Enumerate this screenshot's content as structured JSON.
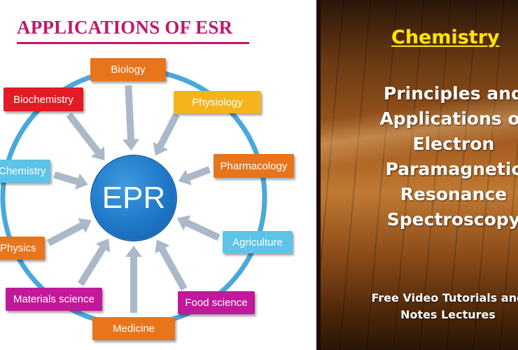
{
  "diagram": {
    "title": "APPLICATIONS OF ESR",
    "hub_label": "EPR",
    "nodes": [
      {
        "label": "Biology",
        "color": "#e8741c"
      },
      {
        "label": "Physiology",
        "color": "#f4b41a"
      },
      {
        "label": "Pharmacology",
        "color": "#e8741c"
      },
      {
        "label": "Agriculture",
        "color": "#5bc4e8"
      },
      {
        "label": "Food science",
        "color": "#c2189a"
      },
      {
        "label": "Medicine",
        "color": "#e8741c"
      },
      {
        "label": "Materials science",
        "color": "#c2189a"
      },
      {
        "label": "Physics",
        "color": "#e8741c"
      },
      {
        "label": "Chemistry",
        "color": "#5bc4e8"
      },
      {
        "label": "Biochemistry",
        "color": "#e21b24"
      }
    ],
    "colors": {
      "title": "#c0186a",
      "ring": "#4aa8dc",
      "arrow": "#aab8c8",
      "hub": "#1f78c8"
    }
  },
  "sidebar": {
    "subject": "Chemistry",
    "title": "Principles and\nApplications of\nElectron\nParamagnetic\nResonance\nSpectroscopy",
    "footer": "Free Video Tutorials and\nNotes Lectures",
    "colors": {
      "subject": "#ffe600",
      "text": "#ffffff"
    }
  }
}
